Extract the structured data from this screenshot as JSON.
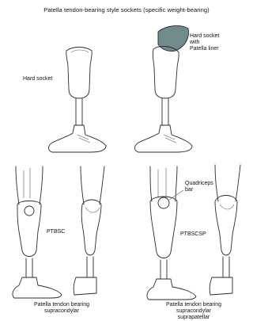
{
  "title": "Patella tendon-bearing style sockets (specific weight-bearing)",
  "labels": {
    "hard_socket": "Hard socket",
    "hard_socket_liner": "Hard socket\nwith\nPatella liner",
    "ptbsc": "PTBSC",
    "quadriceps_bar": "Quadriceps\nbar",
    "ptbscsp": "PTBSCSP"
  },
  "captions": {
    "ptbsc": "Patella tendon bearing\nsupracondylar",
    "ptbscsp": "Patella tendon bearing\nsupracondylar\nsuprapatellar"
  },
  "colors": {
    "liner": "#6f8b8c",
    "line": "#2a2a2a"
  }
}
